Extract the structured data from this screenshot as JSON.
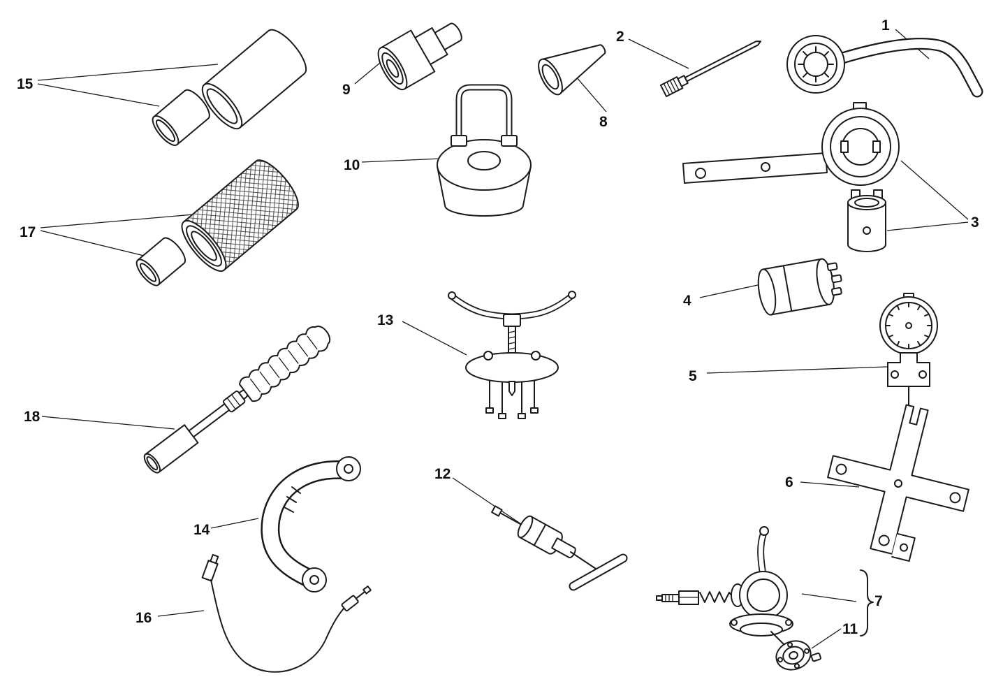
{
  "diagram": {
    "type": "exploded-parts-line-drawing",
    "background_color": "#ffffff",
    "line_color": "#1a1a1a",
    "callouts": {
      "c1": "1",
      "c2": "2",
      "c3": "3",
      "c4": "4",
      "c5": "5",
      "c6": "6",
      "c7": "7",
      "c8": "8",
      "c9": "9",
      "c10": "10",
      "c11": "11",
      "c12": "12",
      "c13": "13",
      "c14": "14",
      "c15": "15",
      "c16": "16",
      "c17": "17",
      "c18": "18"
    }
  }
}
